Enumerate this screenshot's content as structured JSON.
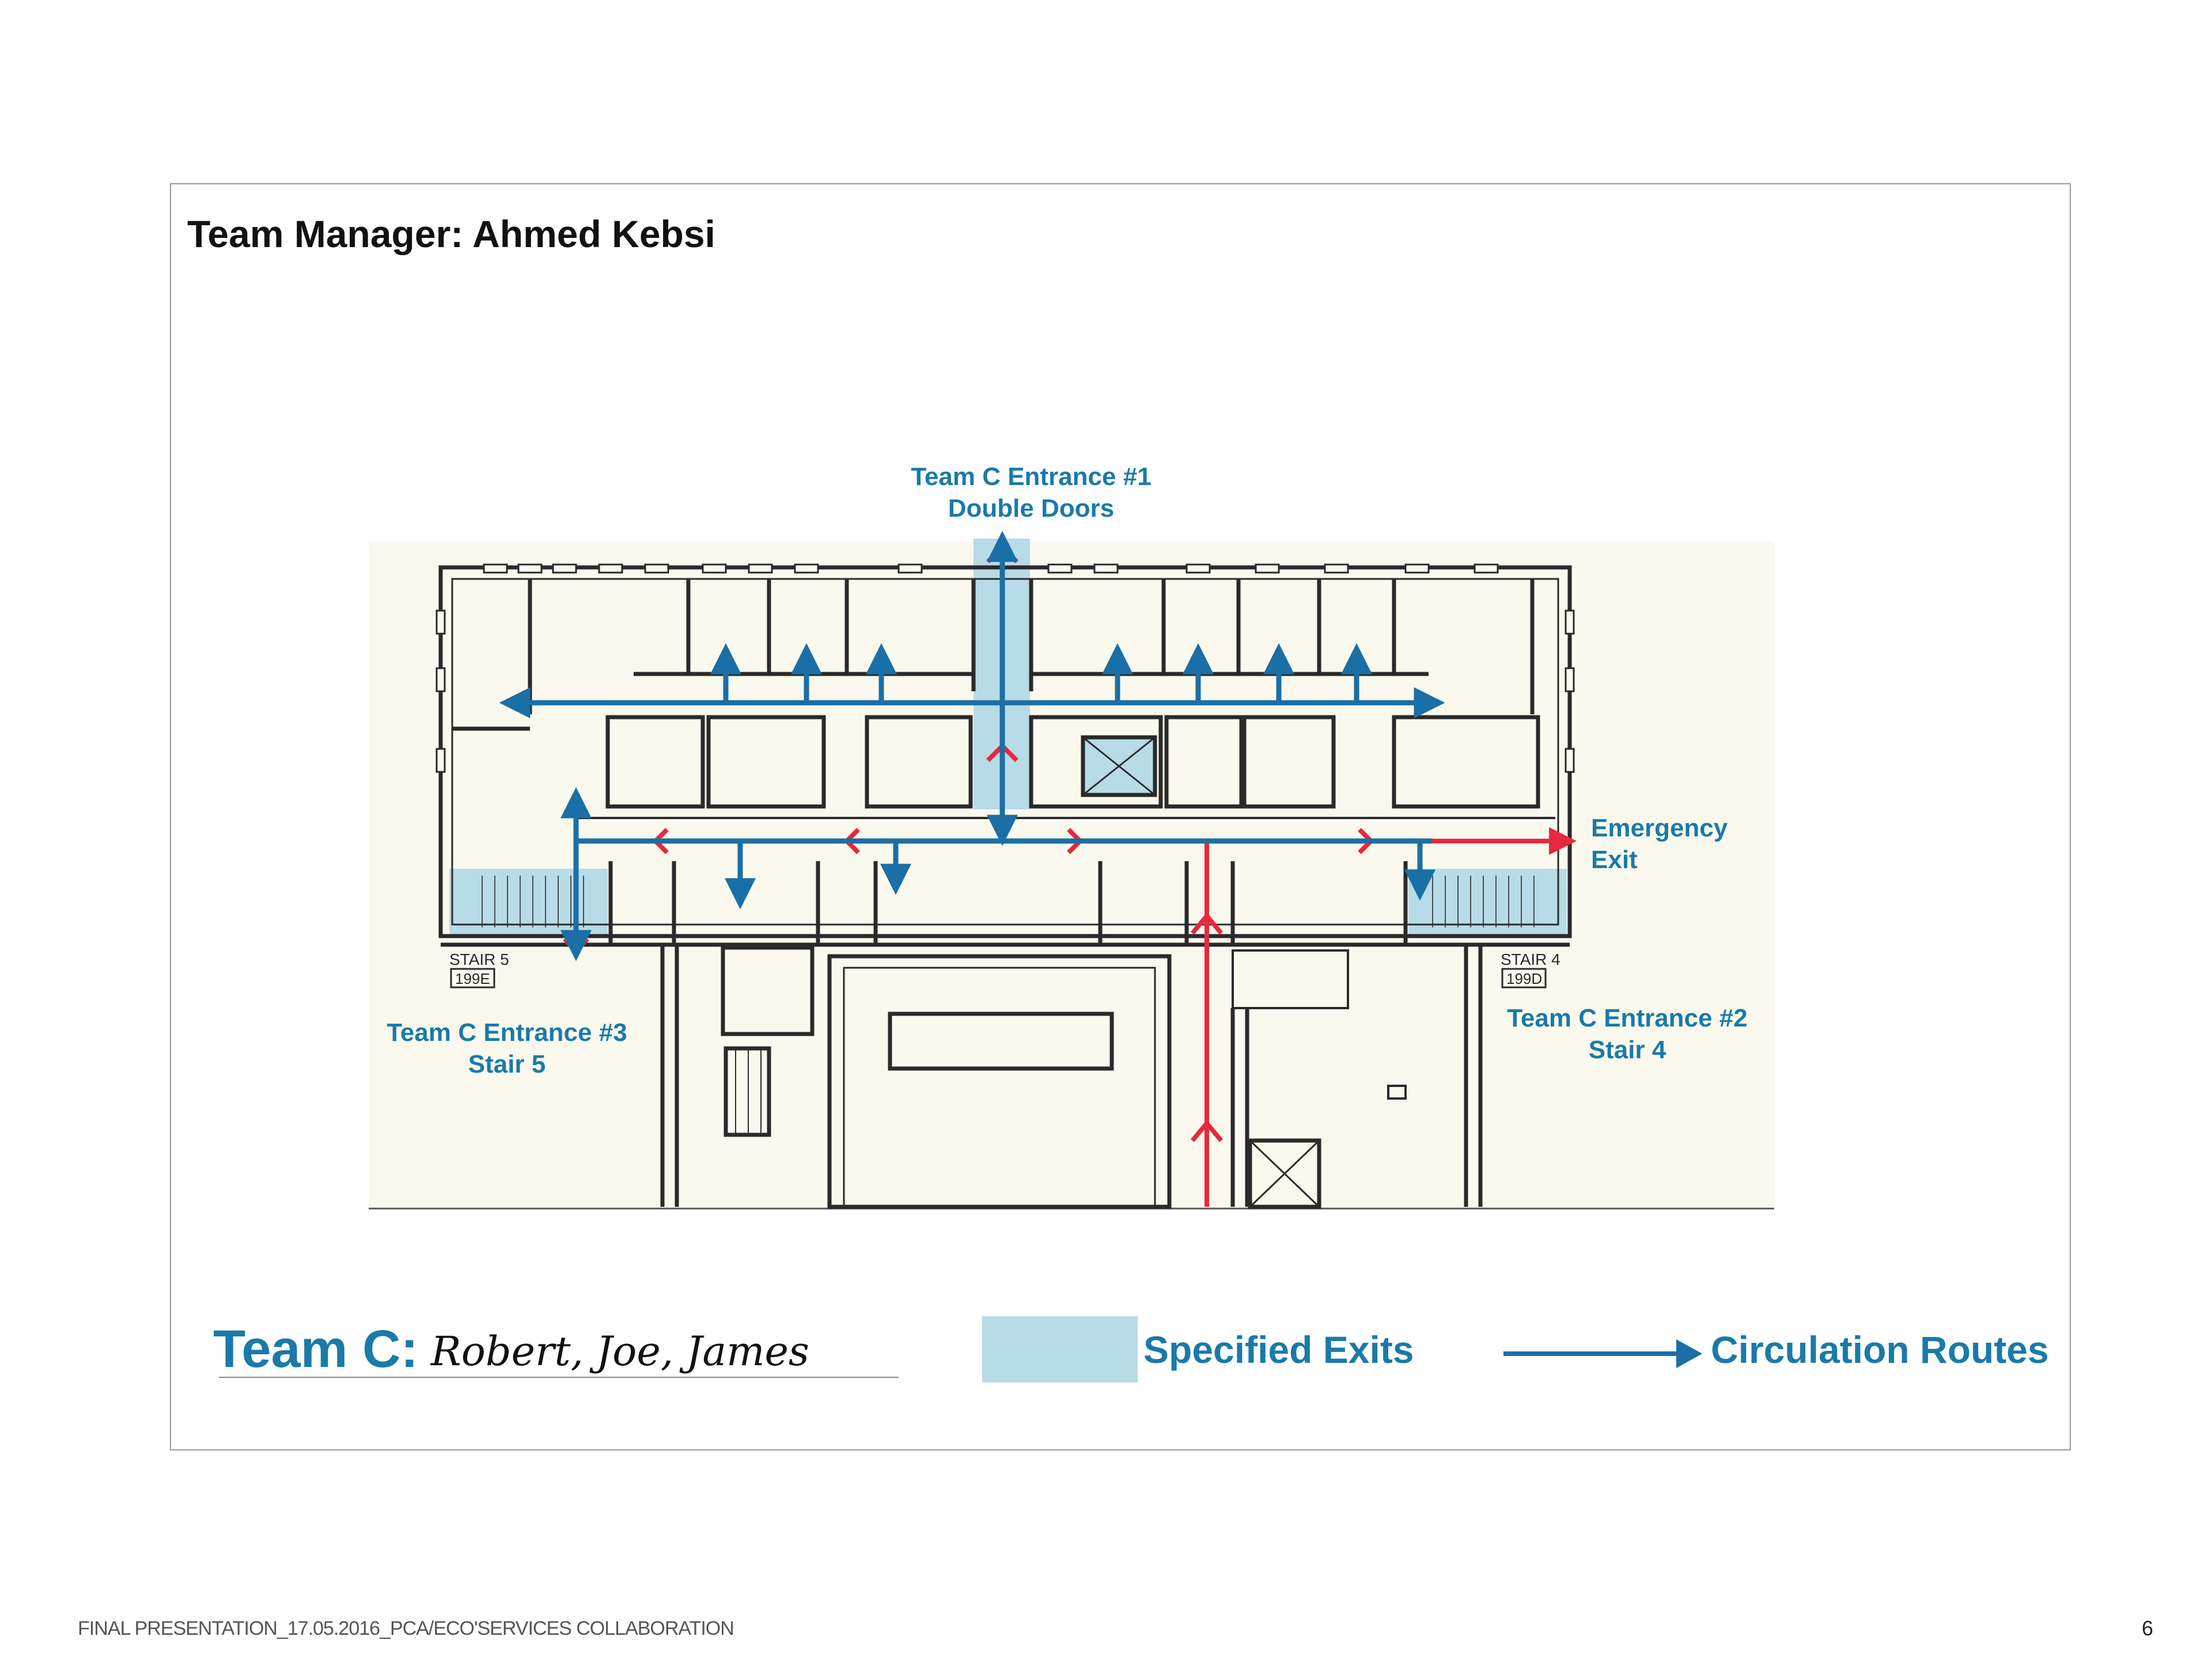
{
  "manager_label": "Team Manager: Ahmed Kebsi",
  "plan": {
    "entrance1_line1": "Team C Entrance #1",
    "entrance1_line2": "Double Doors",
    "entrance2_line1": "Team C Entrance #2",
    "entrance2_line2": "Stair 4",
    "entrance3_line1": "Team C Entrance #3",
    "entrance3_line2": "Stair 5",
    "emergency_line1": "Emergency",
    "emergency_line2": "Exit",
    "stair5_tag": "STAIR 5",
    "stair5_code": "199E",
    "stair4_tag": "STAIR 4",
    "stair4_code": "199D"
  },
  "team": {
    "label": "Team C:",
    "members": "Robert, Joe, James"
  },
  "legend": {
    "exits_label": "Specified Exits",
    "routes_label": "Circulation Routes"
  },
  "colors": {
    "route_blue": "#1a6fa6",
    "exit_fill": "#b8dbe8",
    "emergency_red": "#e8283c",
    "wall": "#2a2a2a",
    "paper": "#fbf9ee"
  },
  "footer": {
    "caption": "FINAL PRESENTATION_17.05.2016_PCA/ECO'SERVICES COLLABORATION",
    "page_number": "6"
  }
}
